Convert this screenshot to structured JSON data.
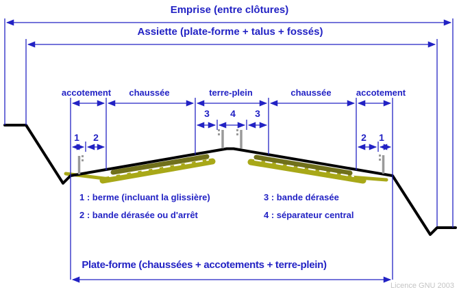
{
  "titles": {
    "emprise": "Emprise (entre clôtures)",
    "assiette": "Assiette (plate-forme + talus + fossés)",
    "plateforme": "Plate-forme (chaussées + accotements + terre-plein)"
  },
  "section_labels": {
    "accotement_left": "accotement",
    "chaussee_left": "chaussée",
    "terre_plein": "terre-plein",
    "chaussee_right": "chaussée",
    "accotement_right": "accotement"
  },
  "dim_numbers": {
    "left_1": "1",
    "left_2": "2",
    "tp_3a": "3",
    "tp_4": "4",
    "tp_3b": "3",
    "right_2": "2",
    "right_1": "1"
  },
  "legend": {
    "item1": "1 : berme (incluant la glissière)",
    "item2": "2 : bande dérasée ou d'arrêt",
    "item3": "3 : bande dérasée",
    "item4": "4 : séparateur central"
  },
  "footer": {
    "license": "Licence GNU 2003"
  },
  "colors": {
    "dimension_blue": "#2222c4",
    "profile_black": "#000000",
    "post_gray": "#9a9a9a",
    "pavement_dark_olive": "#70701a",
    "pavement_light_olive": "#a8a818",
    "lane_marking_white": "#ffffff",
    "license_gray": "#c4c4c4"
  }
}
